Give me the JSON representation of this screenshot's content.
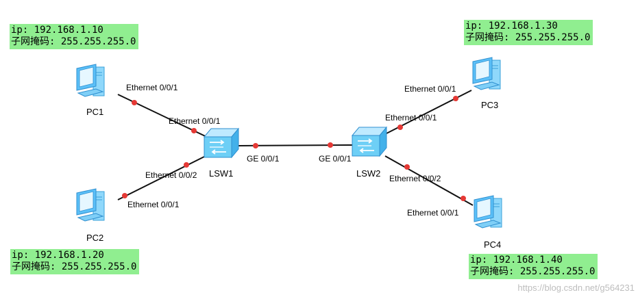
{
  "hosts": [
    {
      "name": "PC1",
      "ip_line": "ip: 192.168.1.10",
      "mask_line": "子网掩码: 255.255.255.0",
      "port": "Ethernet 0/0/1"
    },
    {
      "name": "PC2",
      "ip_line": "ip: 192.168.1.20",
      "mask_line": "子网掩码: 255.255.255.0",
      "port": "Ethernet 0/0/1"
    },
    {
      "name": "PC3",
      "ip_line": "ip: 192.168.1.30",
      "mask_line": "子网掩码: 255.255.255.0",
      "port": "Ethernet 0/0/1"
    },
    {
      "name": "PC4",
      "ip_line": "ip: 192.168.1.40",
      "mask_line": "子网掩码: 255.255.255.0",
      "port": "Ethernet 0/0/1"
    }
  ],
  "switches": [
    {
      "name": "LSW1",
      "ports": {
        "pc_a": "Ethernet 0/0/1",
        "pc_b": "Ethernet 0/0/2",
        "uplink": "GE 0/0/1"
      }
    },
    {
      "name": "LSW2",
      "ports": {
        "pc_a": "Ethernet 0/0/1",
        "pc_b": "Ethernet 0/0/2",
        "uplink": "GE 0/0/1"
      }
    }
  ],
  "watermark": "https://blog.csdn.net/g564231",
  "colors": {
    "info_box": "#90ee90",
    "link": "#111111",
    "port_dot": "#e53935",
    "pc_icon": "#5bc0f8",
    "switch_icon": "#6ecff6"
  }
}
